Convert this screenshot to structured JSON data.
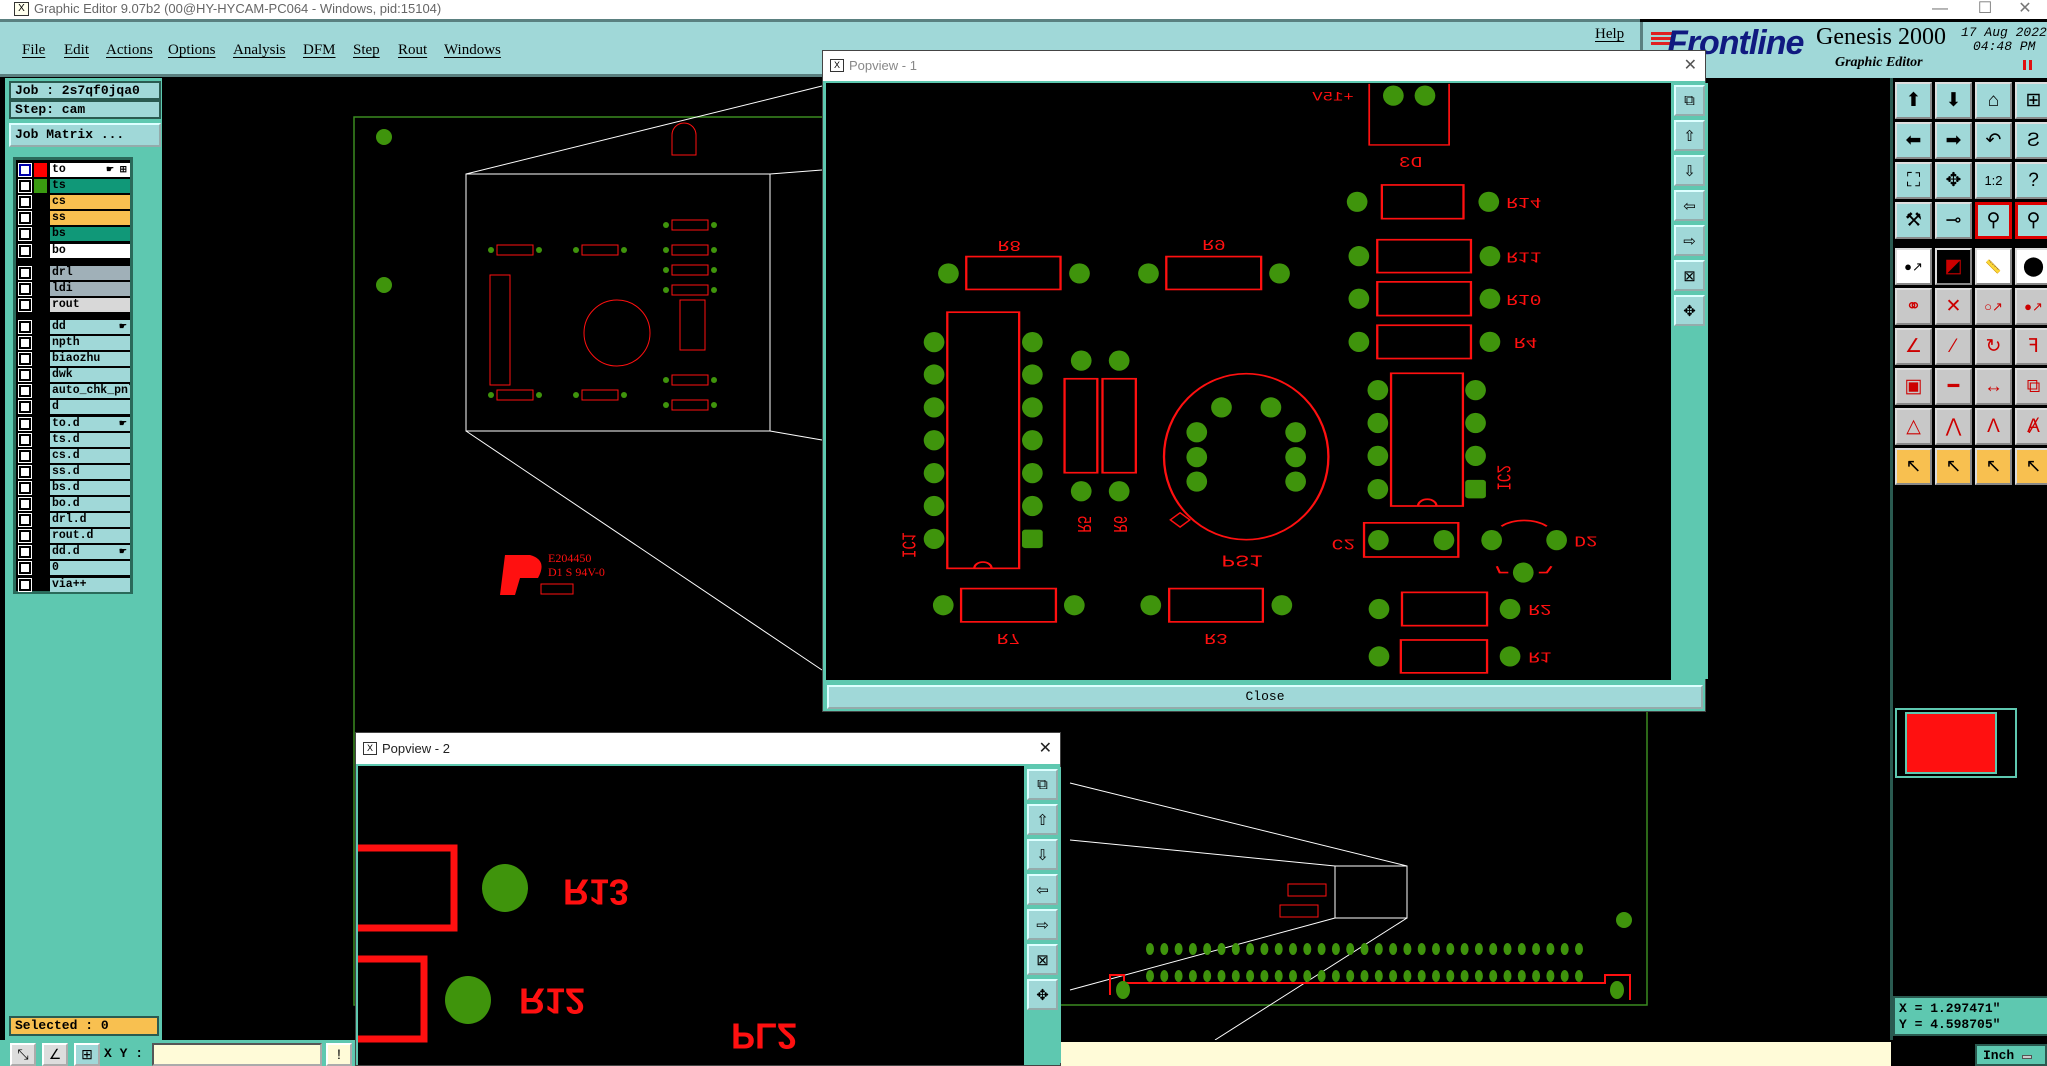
{
  "window": {
    "title": "Graphic Editor 9.07b2 (00@HY-HYCAM-PC064 - Windows, pid:15104)",
    "minimize": "—",
    "maximize": "☐",
    "close": "✕"
  },
  "menu": [
    "File",
    "Edit",
    "Actions",
    "Options",
    "Analysis",
    "DFM",
    "Step",
    "Rout",
    "Windows",
    "Help"
  ],
  "logo": {
    "brand": "Frontline",
    "product": "Genesis 2000",
    "subtitle": "Graphic Editor",
    "date": "17 Aug 2022",
    "time": "04:48 PM"
  },
  "job": {
    "job": "Job : 2s7qf0jqa0",
    "step": "Step: cam",
    "matrix_button": "Job Matrix ..."
  },
  "layers": [
    {
      "name": "to",
      "bg": "#ffffff",
      "swatch": "#ff0000",
      "mark": "☛ ⊞"
    },
    {
      "name": "ts",
      "bg": "#109878",
      "swatch": "#3a9a10",
      "mark": ""
    },
    {
      "name": "cs",
      "bg": "#f8c050",
      "swatch": "",
      "mark": ""
    },
    {
      "name": "ss",
      "bg": "#f8c050",
      "swatch": "",
      "mark": ""
    },
    {
      "name": "bs",
      "bg": "#109878",
      "swatch": "",
      "mark": ""
    },
    {
      "name": "bo",
      "bg": "#ffffff",
      "swatch": "",
      "mark": ""
    },
    {
      "name": "drl",
      "bg": "#a0b0b8",
      "swatch": "",
      "mark": ""
    },
    {
      "name": "ldi",
      "bg": "#a0b0b8",
      "swatch": "",
      "mark": ""
    },
    {
      "name": "rout",
      "bg": "#d8d8d8",
      "swatch": "",
      "mark": ""
    },
    {
      "name": "dd",
      "bg": "#a0d8d8",
      "swatch": "",
      "mark": "☛"
    },
    {
      "name": "npth",
      "bg": "#a0d8d8",
      "swatch": "",
      "mark": ""
    },
    {
      "name": "biaozhu",
      "bg": "#a0d8d8",
      "swatch": "",
      "mark": ""
    },
    {
      "name": "dwk",
      "bg": "#a0d8d8",
      "swatch": "",
      "mark": ""
    },
    {
      "name": "auto_chk_pnl",
      "bg": "#a0d8d8",
      "swatch": "",
      "mark": ""
    },
    {
      "name": "d",
      "bg": "#a0d8d8",
      "swatch": "",
      "mark": ""
    },
    {
      "name": "to.d",
      "bg": "#a0d8d8",
      "swatch": "",
      "mark": "☛"
    },
    {
      "name": "ts.d",
      "bg": "#a0d8d8",
      "swatch": "",
      "mark": ""
    },
    {
      "name": "cs.d",
      "bg": "#a0d8d8",
      "swatch": "",
      "mark": ""
    },
    {
      "name": "ss.d",
      "bg": "#a0d8d8",
      "swatch": "",
      "mark": ""
    },
    {
      "name": "bs.d",
      "bg": "#a0d8d8",
      "swatch": "",
      "mark": ""
    },
    {
      "name": "bo.d",
      "bg": "#a0d8d8",
      "swatch": "",
      "mark": ""
    },
    {
      "name": "drl.d",
      "bg": "#a0d8d8",
      "swatch": "",
      "mark": ""
    },
    {
      "name": "rout.d",
      "bg": "#a0d8d8",
      "swatch": "",
      "mark": ""
    },
    {
      "name": "dd.d",
      "bg": "#a0d8d8",
      "swatch": "",
      "mark": "☛"
    },
    {
      "name": "0",
      "bg": "#a0d8d8",
      "swatch": "",
      "mark": ""
    },
    {
      "name": "via++",
      "bg": "#a0d8d8",
      "swatch": "",
      "mark": ""
    }
  ],
  "selected": "Selected : 0",
  "bottom": {
    "xy_label": "X Y :",
    "xy_value": "",
    "exec": "!",
    "units": "Inch"
  },
  "coords": {
    "x": "X = 1.297471\"",
    "y": "Y = 4.598705\""
  },
  "right_tools": [
    "pan-up",
    "pan-down",
    "home",
    "grid-xy",
    "pan-left",
    "pan-right",
    "undo-view",
    "snake",
    "zoom-fit",
    "zoom-center",
    "scale-1-2",
    "help",
    "tools-palette",
    "pad-snap",
    "netlist-1",
    "netlist-2",
    "feature-move",
    "layer-compare",
    "ruler",
    "pad-select",
    "connect-pads",
    "delete-feature",
    "move-pad-1",
    "move-pad-2",
    "line-angle",
    "line-draw",
    "arc",
    "mirror",
    "copy-move",
    "split-line",
    "dimension",
    "pad-merge",
    "triangle",
    "arc-triangle",
    "arch",
    "arch-cross",
    "select-arrow",
    "select-box",
    "select-polygon",
    "select-net"
  ],
  "colors": {
    "pad": "#3f940c",
    "outline": "#ff1010",
    "board": "#3a8a20",
    "panel": "#5ec8b0",
    "menu": "#a0d8d8"
  },
  "popview1": {
    "title": "Popview - 1",
    "close_label": "Close",
    "labels": [
      "+15V",
      "D3",
      "R14",
      "R11",
      "R10",
      "R4",
      "R8",
      "R9",
      "IC1",
      "R5",
      "R6",
      "PS1",
      "IC2",
      "C2",
      "D2",
      "R7",
      "R3",
      "R2",
      "R1"
    ],
    "tools": [
      "zoom-window",
      "pan-up",
      "pan-down",
      "pan-left",
      "pan-right",
      "zoom-in",
      "zoom-out"
    ]
  },
  "popview2": {
    "title": "Popview - 2",
    "labels": [
      "R13",
      "R12",
      "PL2"
    ],
    "tools": [
      "zoom-window",
      "pan-up",
      "pan-down",
      "pan-left",
      "pan-right",
      "zoom-in",
      "zoom-out"
    ]
  },
  "main_board": {
    "labels": [
      "E204450",
      "D1 S 94V-0"
    ]
  }
}
